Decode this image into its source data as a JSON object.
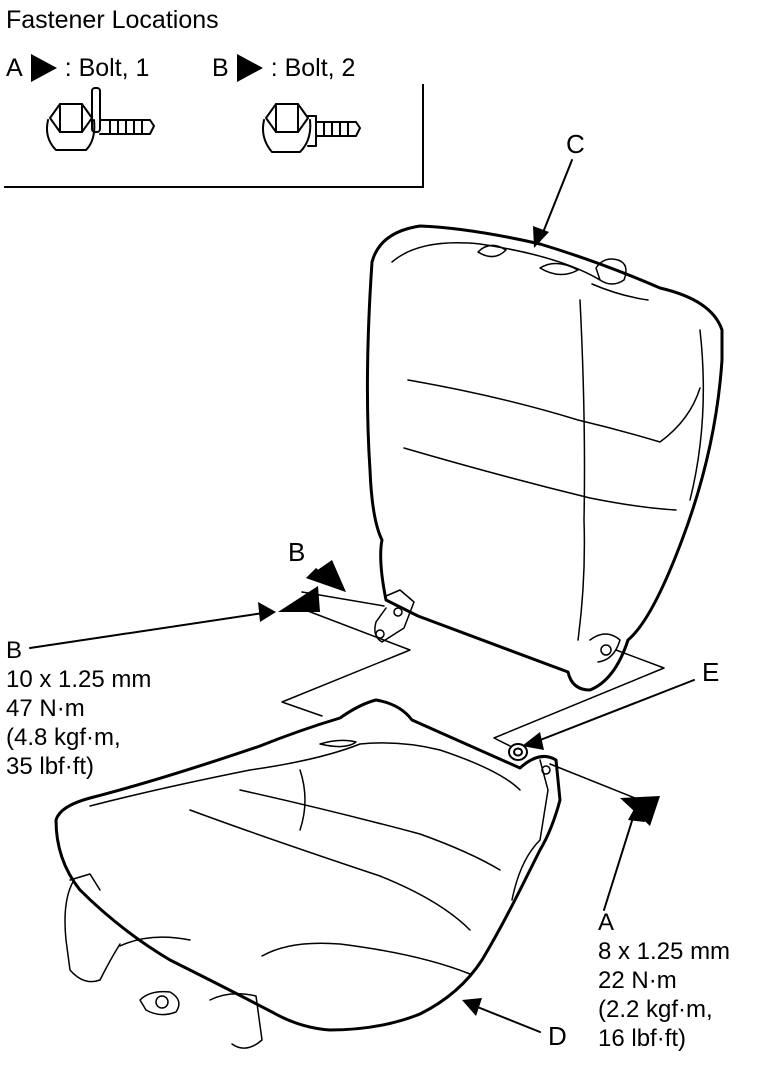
{
  "legend": {
    "title": "Fastener Locations",
    "a_letter": "A",
    "a_text": ": Bolt, 1",
    "b_letter": "B",
    "b_text": ": Bolt, 2"
  },
  "callouts": {
    "c": "C",
    "b_upper": "B",
    "e": "E",
    "d": "D"
  },
  "spec_b": {
    "letter": "B",
    "size": "10 x 1.25 mm",
    "torque_nm": "47 N·m",
    "torque_kgf": "(4.8 kgf·m,",
    "torque_lbf": "35 lbf·ft)"
  },
  "spec_a": {
    "letter": "A",
    "size": "8 x 1.25 mm",
    "torque_nm": "22 N·m",
    "torque_kgf": "(2.2 kgf·m,",
    "torque_lbf": "16 lbf·ft)"
  },
  "icons": [
    "bolt-1-icon",
    "bolt-2-icon",
    "flag-marker-icon"
  ]
}
